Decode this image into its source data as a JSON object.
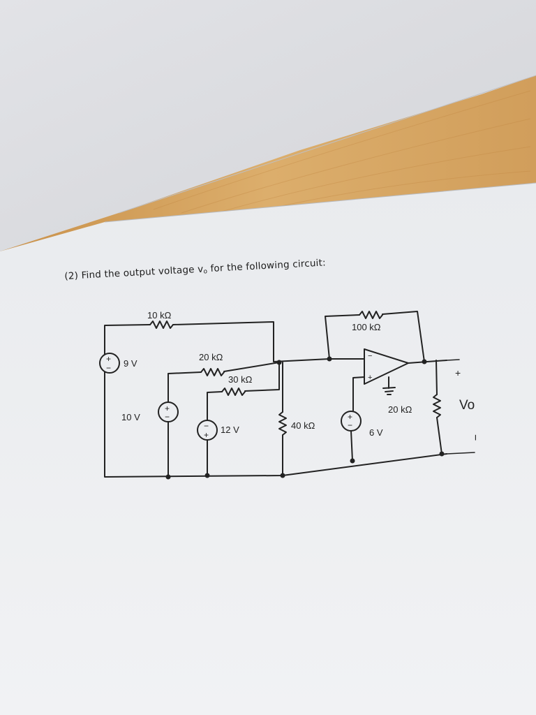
{
  "problem": {
    "number": "(2)",
    "text_before": "Find the output voltage v",
    "subscript": "o",
    "text_after": "for the following circuit:"
  },
  "circuit": {
    "resistors": {
      "r1": "10 kΩ",
      "r2": "20 kΩ",
      "r3": "30 kΩ",
      "r4": "40 kΩ",
      "r_feedback": "100 kΩ",
      "r_load": "20 kΩ"
    },
    "sources": {
      "s1": "9 V",
      "s2": "10 V",
      "s3": "12 V",
      "s4": "6 V"
    },
    "output_label": "Vo",
    "plus_sign": "+",
    "minus_sign": "−"
  },
  "colors": {
    "backdrop_paper": "#dedfe3",
    "wood_table": "#d6a45f",
    "sheet": "#eef0f3",
    "ink": "#222222"
  }
}
